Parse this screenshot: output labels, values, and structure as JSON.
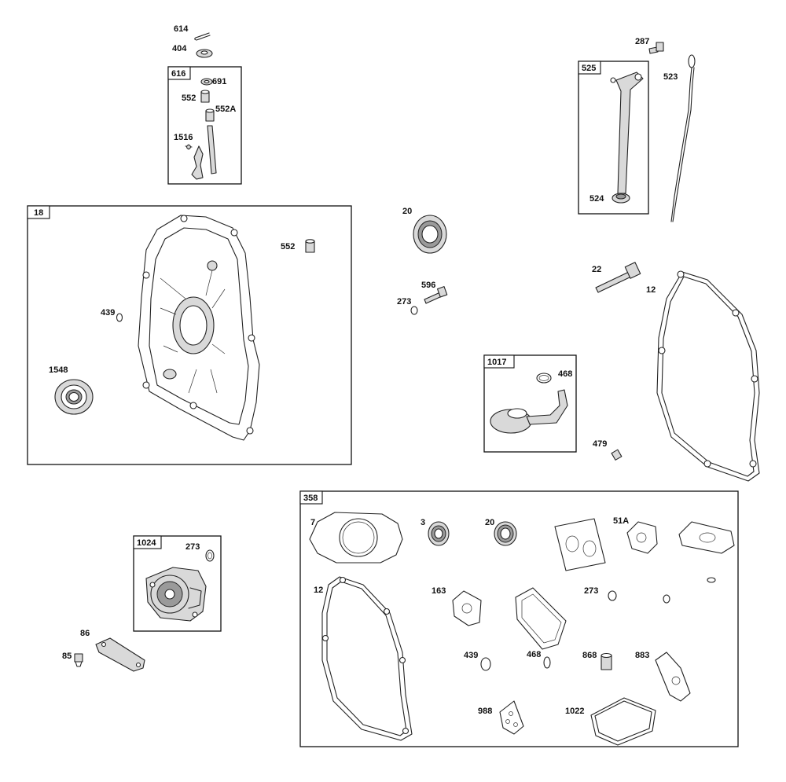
{
  "diagram": {
    "groups": {
      "g616": "616",
      "g18": "18",
      "g525": "525",
      "g1017": "1017",
      "g1024": "1024",
      "g358": "358"
    },
    "labels": {
      "l614": "614",
      "l404": "404",
      "l691": "691",
      "l552a_top": "552",
      "l552A": "552A",
      "l1516": "1516",
      "l552_case": "552",
      "l439_case": "439",
      "l1548": "1548",
      "l20_top": "20",
      "l596": "596",
      "l273_top": "273",
      "l287": "287",
      "l523": "523",
      "l524": "524",
      "l22": "22",
      "l12_right": "12",
      "l468_top": "468",
      "l479": "479",
      "l273_pump": "273",
      "l86": "86",
      "l85": "85",
      "l7": "7",
      "l3": "3",
      "l20_kit": "20",
      "l51A": "51A",
      "l12_kit": "12",
      "l163": "163",
      "l273_kit": "273",
      "l439_kit": "439",
      "l468_kit": "468",
      "l868": "868",
      "l883": "883",
      "l988": "988",
      "l1022": "1022"
    }
  }
}
